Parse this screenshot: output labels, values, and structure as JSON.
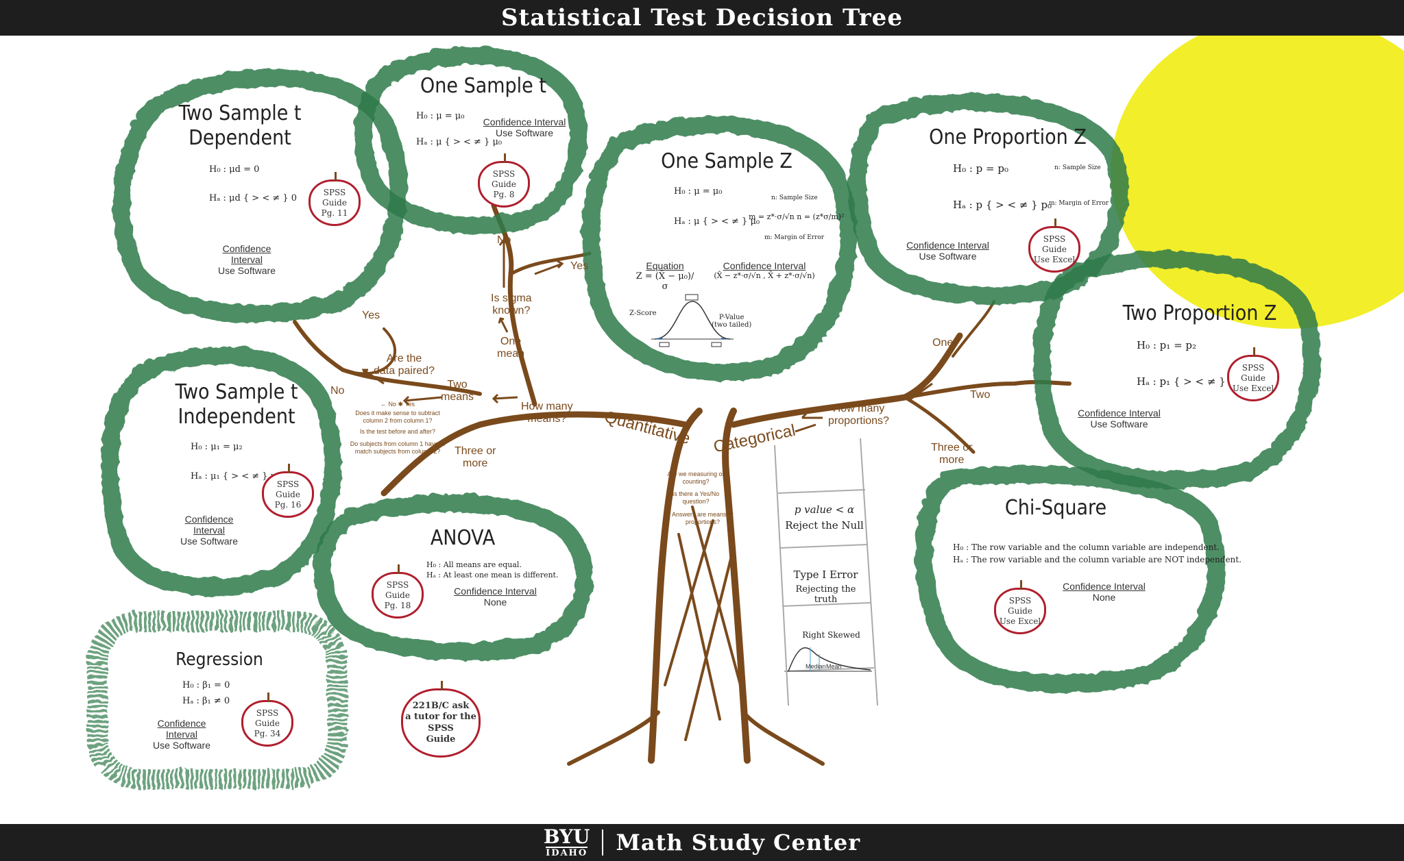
{
  "header": {
    "title": "Statistical Test Decision Tree"
  },
  "footer": {
    "logo_top": "BYU",
    "logo_bottom": "IDAHO",
    "center": "Math Study Center"
  },
  "colors": {
    "leaf_green": "#2f7a4a",
    "trunk_brown": "#7a4a1c",
    "apple_red": "#b01e2d",
    "sun_yellow": "#f2ee2a"
  },
  "nodes": {
    "two_sample_dependent": {
      "title": "Two Sample t\nDependent",
      "h0": "H₀ : μd = 0",
      "ha": "Hₐ : μd { > < ≠ } 0",
      "guide": "SPSS Guide\nPg. 11",
      "ci_head": "Confidence Interval",
      "ci_body": "Use Software"
    },
    "one_sample_t": {
      "title": "One Sample t",
      "h0": "H₀ : μ = μ₀",
      "ha": "Hₐ : μ { > < ≠ } μ₀",
      "guide": "SPSS Guide\nPg. 8",
      "ci_head": "Confidence Interval",
      "ci_body": "Use Software"
    },
    "one_sample_z": {
      "title": "One Sample Z",
      "h0": "H₀ : μ = μ₀",
      "ha": "Hₐ : μ { > < ≠ } μ₀",
      "margin": "m = z*·σ/√n     n = (z*σ/m)²",
      "n_label": "n: Sample Size",
      "m_label": "m: Margin of Error",
      "eq_head": "Equation",
      "eq_body": "Z = (X̄ − μ₀)/σ",
      "ci_head": "Confidence Interval",
      "ci_body": "(X̄ − z*·σ/√n , X̄ + z*·σ/√n)",
      "zscore": "Z-Score",
      "pvalue": "P-Value\n(two tailed)"
    },
    "one_proportion_z": {
      "title": "One Proportion Z",
      "h0": "H₀ : p = p₀",
      "ha": "Hₐ : p { > < ≠ } p₀",
      "n_label": "n: Sample Size",
      "m_label": "m: Margin of Error",
      "guide": "SPSS Guide\nUse Excel",
      "ci_head": "Confidence Interval",
      "ci_body": "Use Software"
    },
    "two_proportion_z": {
      "title": "Two Proportion Z",
      "h0": "H₀ : p₁ = p₂",
      "ha": "Hₐ : p₁ { > < ≠ } p₂",
      "guide": "SPSS Guide\nUse Excel",
      "ci_head": "Confidence Interval",
      "ci_body": "Use Software"
    },
    "two_sample_independent": {
      "title": "Two Sample t\nIndependent",
      "h0": "H₀ : μ₁ = μ₂",
      "ha": "Hₐ : μ₁ { > < ≠ } μ₂",
      "guide": "SPSS Guide\nPg. 16",
      "ci_head": "Confidence Interval",
      "ci_body": "Use Software"
    },
    "anova": {
      "title": "ANOVA",
      "h0": "H₀ : All means are equal.",
      "ha": "Hₐ : At least one mean is different.",
      "guide": "SPSS Guide\nPg. 18",
      "ci_head": "Confidence Interval",
      "ci_body": "None"
    },
    "chi_square": {
      "title": "Chi-Square",
      "h0": "H₀ :  The row variable and the column variable are independent.",
      "ha": "Hₐ :  The row variable and the column variable are NOT independent.",
      "guide": "SPSS Guide\nUse Excel",
      "ci_head": "Confidence Interval",
      "ci_body": "None"
    },
    "regression": {
      "title": "Regression",
      "h0": "H₀ : β₁ = 0",
      "ha": "Hₐ : β₁ ≠ 0",
      "guide": "SPSS Guide\nPg. 34",
      "ci_head": "Confidence Interval",
      "ci_body": "Use Software"
    }
  },
  "branches": {
    "quantitative": "Quantitative",
    "categorical": "Categorical",
    "how_many_means": "How many\nmeans?",
    "one_mean": "One\nmean",
    "two_means": "Two\nmeans",
    "three_or_more": "Three or\nmore",
    "sigma_known": "Is sigma\nknown?",
    "no1": "No",
    "yes1": "Yes",
    "paired": "Are the\ndata paired?",
    "yes2": "Yes",
    "no2": "No",
    "how_many_props": "How many\nproportions?",
    "one": "One",
    "two": "Two",
    "three_or_more_p": "Three or\nmore",
    "paired_hint1": "← No  ✱  Yes",
    "paired_hint2": "Does it make sense to subtract column 2 from column 1?",
    "paired_hint3": "Is the test before and after?",
    "paired_hint4": "Do subjects from column 1 have to match subjects from column 2?",
    "trunk_hint1": "Are we measuring or counting?",
    "trunk_hint2": "Is there a Yes/No question?",
    "trunk_hint3": "Answers are means or proportions?"
  },
  "ladder": {
    "rung1_a": "p value < α",
    "rung1_b": "Reject the Null",
    "rung2_a": "Type I Error",
    "rung2_b": "Rejecting the truth",
    "rung3": "Right Skewed",
    "median": "Median",
    "mean": "Mean"
  },
  "ask_tutor": "221B/C ask\na tutor for the\nSPSS\nGuide"
}
